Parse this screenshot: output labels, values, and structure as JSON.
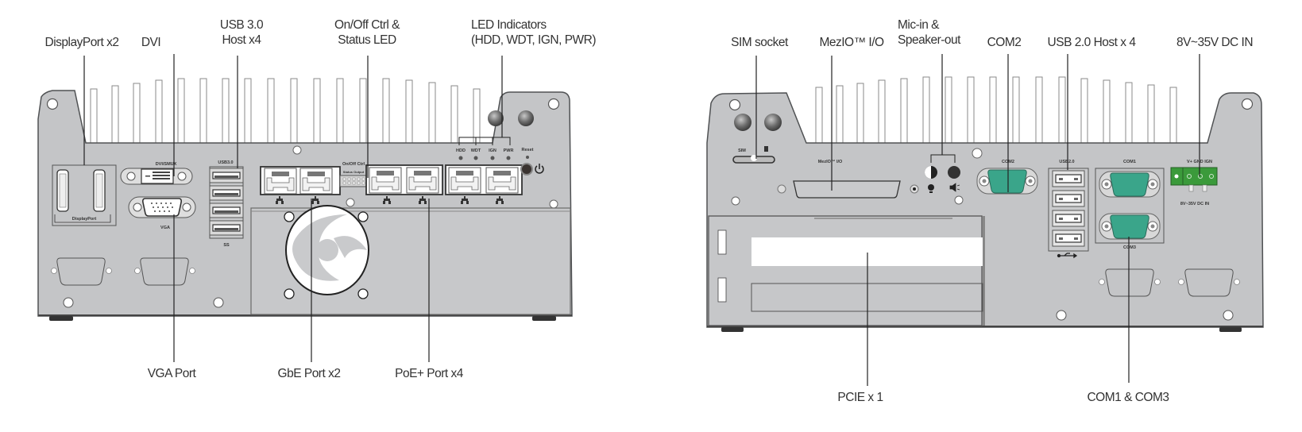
{
  "diagram": {
    "colors": {
      "chassis": "#c4c5c7",
      "chassis_dark": "#b7b8ba",
      "outline": "#505254",
      "fin": "#ffffff",
      "serial_teal": "#3aa58a",
      "terminal_green": "#3b9a3b",
      "leader": "#222222",
      "label_text": "#333333"
    },
    "front_panel": {
      "callouts_top": [
        {
          "id": "displayport",
          "text": "DisplayPort x2"
        },
        {
          "id": "dvi",
          "text": "DVI"
        },
        {
          "id": "usb30",
          "line1": "USB 3.0",
          "line2": "Host x4"
        },
        {
          "id": "onoff",
          "line1": "On/Off Ctrl &",
          "line2": "Status LED"
        },
        {
          "id": "led",
          "line1": "LED Indicators",
          "line2": "(HDD, WDT, IGN, PWR)"
        }
      ],
      "callouts_bottom": [
        {
          "id": "vga",
          "text": "VGA Port"
        },
        {
          "id": "gbe",
          "text": "GbE Port x2"
        },
        {
          "id": "poe",
          "text": "PoE+ Port x4"
        }
      ],
      "silkscreen": {
        "dvi": "DVI/SMUX",
        "displayport": "DisplayPort",
        "vga": "VGA",
        "usb": "USB3.0",
        "usb_logo": "SS",
        "onoff": "On/Off Ctrl",
        "status": "Status Output",
        "led_labels": [
          "HDD",
          "WDT",
          "IGN",
          "PWR"
        ],
        "reset": "Reset"
      }
    },
    "rear_panel": {
      "callouts_top": [
        {
          "id": "sim",
          "text": "SIM socket"
        },
        {
          "id": "mezio",
          "text": "MezIO™ I/O"
        },
        {
          "id": "audio",
          "line1": "Mic-in &",
          "line2": "Speaker-out"
        },
        {
          "id": "com2",
          "text": "COM2"
        },
        {
          "id": "usb20",
          "text": "USB 2.0 Host x 4"
        },
        {
          "id": "dcin",
          "text": "8V~35V DC IN"
        }
      ],
      "callouts_bottom": [
        {
          "id": "pcie",
          "text": "PCIE x 1"
        },
        {
          "id": "com13",
          "text": "COM1 & COM3"
        }
      ],
      "silkscreen": {
        "sim": "SIM",
        "mezio": "MezIO™ I/O",
        "com2": "COM2",
        "usb": "USB2.0",
        "com1": "COM1",
        "com3": "COM3",
        "terminal": "V+  GND  IGN",
        "dc_in": "8V~35V DC IN"
      }
    }
  }
}
